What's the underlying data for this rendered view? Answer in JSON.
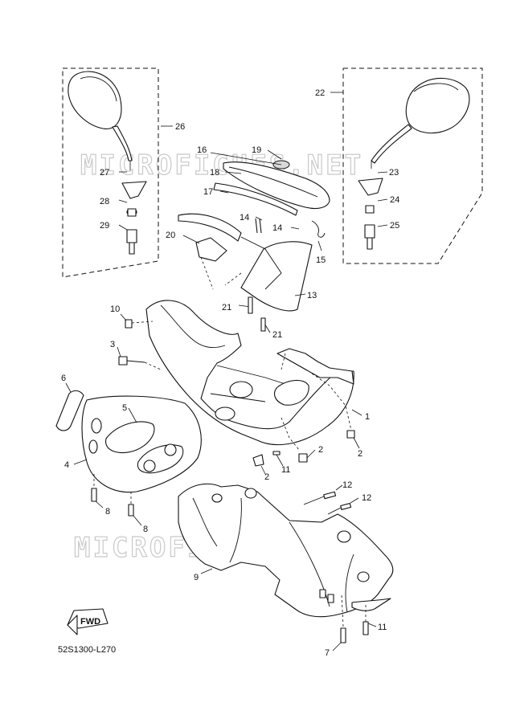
{
  "watermark": "MICROFICHES.NET",
  "diagram_code": "52S1300-L270",
  "fwd_label": "FWD",
  "callouts": {
    "c1": "1",
    "c2a": "2",
    "c2b": "2",
    "c2c": "2",
    "c3": "3",
    "c4": "4",
    "c5": "5",
    "c6": "6",
    "c7": "7",
    "c8a": "8",
    "c8b": "8",
    "c9": "9",
    "c10": "10",
    "c11a": "11",
    "c11b": "11",
    "c12a": "12",
    "c12b": "12",
    "c13": "13",
    "c14a": "14",
    "c14b": "14",
    "c15": "15",
    "c16": "16",
    "c17": "17",
    "c18": "18",
    "c19": "19",
    "c20": "20",
    "c21a": "21",
    "c21b": "21",
    "c22": "22",
    "c23": "23",
    "c24": "24",
    "c25": "25",
    "c26": "26",
    "c27": "27",
    "c28": "28",
    "c29": "29"
  }
}
